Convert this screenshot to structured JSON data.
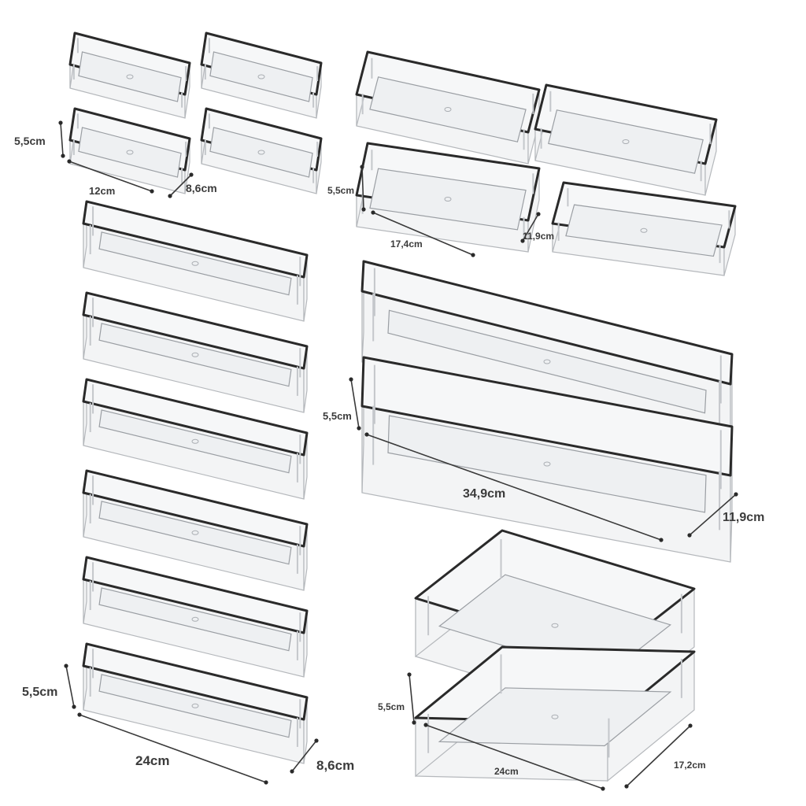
{
  "image": {
    "subject": "clear acrylic drawer organizer trays with size labels",
    "colors": {
      "background": "#ffffff",
      "tray_rim": "#2a2a2a",
      "tray_body": "#f3f4f5",
      "label": "#3b3b3b"
    }
  },
  "groups": [
    {
      "name": "small-trays",
      "count": 4,
      "labels": {
        "height": "5,5cm",
        "length": "12cm",
        "width": "8,6cm"
      }
    },
    {
      "name": "medium-trays",
      "count": 4,
      "labels": {
        "height": "5,5cm",
        "length": "17,4cm",
        "width": "11,9cm"
      }
    },
    {
      "name": "long-trays",
      "count": 6,
      "labels": {
        "height": "5,5cm",
        "length": "24cm",
        "width": "8,6cm"
      }
    },
    {
      "name": "xl-trays",
      "count": 2,
      "labels": {
        "height": "5,5cm",
        "length": "34,9cm",
        "width": "11,9cm"
      }
    },
    {
      "name": "wide-trays",
      "count": 2,
      "labels": {
        "height": "5,5cm",
        "length": "24cm",
        "width": "17,2cm"
      }
    }
  ]
}
